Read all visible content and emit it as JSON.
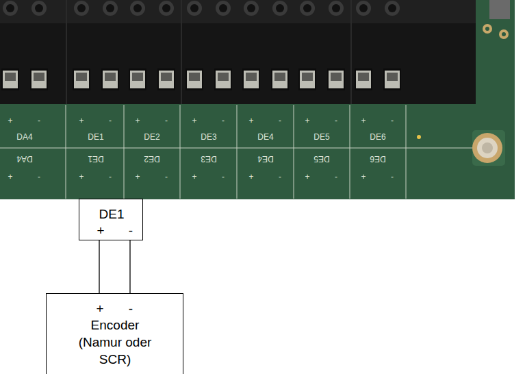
{
  "diagram": {
    "nodes": [
      {
        "text": [
          "DE1",
          "+",
          "-"
        ]
      },
      {
        "text": [
          "+",
          "-",
          "Encoder (Namur oder SCR)"
        ]
      }
    ],
    "edges": [
      {
        "from": 0,
        "to": 1,
        "arrow": "none"
      },
      {
        "from": 0,
        "to": 1,
        "arrow": "none"
      }
    ],
    "labels": [
      "+",
      "-",
      "DA4",
      "DA4",
      "+",
      "-",
      "+",
      "-",
      "DE1",
      "DE1",
      "+",
      "-",
      "+",
      "-",
      "DE2",
      "DE2",
      "+",
      "-",
      "+",
      "-",
      "DE3",
      "DE3",
      "+",
      "-",
      "+",
      "-",
      "DE4",
      "DE4",
      "+",
      "-",
      "+",
      "-",
      "DE5",
      "DE5",
      "+",
      "-",
      "+",
      "-",
      "DE6",
      "DE6",
      "+",
      "-"
    ]
  }
}
